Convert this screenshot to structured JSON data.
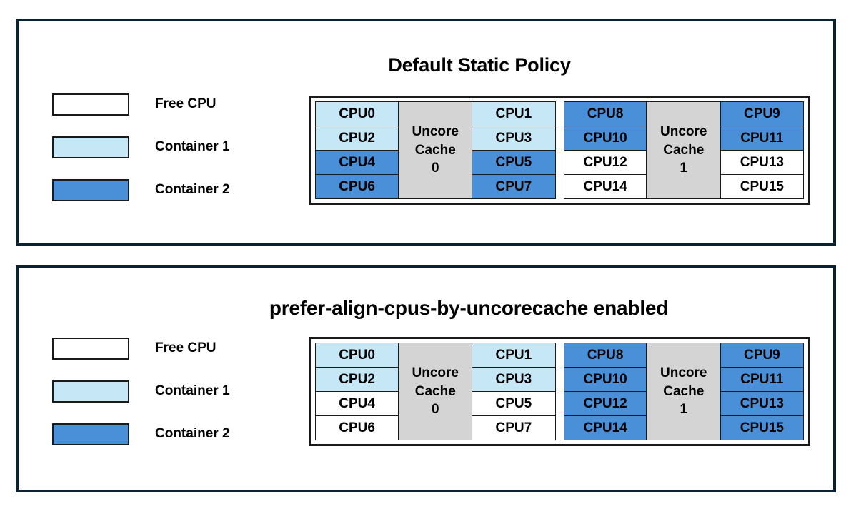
{
  "colors": {
    "panel_border": "#0d2230",
    "cell_border": "#1a1a1a",
    "free_cpu": "#ffffff",
    "container_1": "#c5e7f6",
    "container_2": "#4a90d9",
    "uncore_cache": "#d4d4d4"
  },
  "panels": [
    {
      "title": "Default Static Policy",
      "legend": [
        {
          "label": "Free CPU",
          "color": "#ffffff"
        },
        {
          "label": "Container 1",
          "color": "#c5e7f6"
        },
        {
          "label": "Container 2",
          "color": "#4a90d9"
        }
      ],
      "clusters": [
        {
          "uncore_line1": "Uncore",
          "uncore_line2": "Cache",
          "uncore_line3": "0",
          "left_column": [
            {
              "label": "CPU0",
              "fill": "container_1"
            },
            {
              "label": "CPU2",
              "fill": "container_1"
            },
            {
              "label": "CPU4",
              "fill": "container_2"
            },
            {
              "label": "CPU6",
              "fill": "container_2"
            }
          ],
          "right_column": [
            {
              "label": "CPU1",
              "fill": "container_1"
            },
            {
              "label": "CPU3",
              "fill": "container_1"
            },
            {
              "label": "CPU5",
              "fill": "container_2"
            },
            {
              "label": "CPU7",
              "fill": "container_2"
            }
          ]
        },
        {
          "uncore_line1": "Uncore",
          "uncore_line2": "Cache",
          "uncore_line3": "1",
          "left_column": [
            {
              "label": "CPU8",
              "fill": "container_2"
            },
            {
              "label": "CPU10",
              "fill": "container_2"
            },
            {
              "label": "CPU12",
              "fill": "free"
            },
            {
              "label": "CPU14",
              "fill": "free"
            }
          ],
          "right_column": [
            {
              "label": "CPU9",
              "fill": "container_2"
            },
            {
              "label": "CPU11",
              "fill": "container_2"
            },
            {
              "label": "CPU13",
              "fill": "free"
            },
            {
              "label": "CPU15",
              "fill": "free"
            }
          ]
        }
      ]
    },
    {
      "title": "prefer-align-cpus-by-uncorecache enabled",
      "legend": [
        {
          "label": "Free CPU",
          "color": "#ffffff"
        },
        {
          "label": "Container 1",
          "color": "#c5e7f6"
        },
        {
          "label": "Container 2",
          "color": "#4a90d9"
        }
      ],
      "clusters": [
        {
          "uncore_line1": "Uncore",
          "uncore_line2": "Cache",
          "uncore_line3": "0",
          "left_column": [
            {
              "label": "CPU0",
              "fill": "container_1"
            },
            {
              "label": "CPU2",
              "fill": "container_1"
            },
            {
              "label": "CPU4",
              "fill": "free"
            },
            {
              "label": "CPU6",
              "fill": "free"
            }
          ],
          "right_column": [
            {
              "label": "CPU1",
              "fill": "container_1"
            },
            {
              "label": "CPU3",
              "fill": "container_1"
            },
            {
              "label": "CPU5",
              "fill": "free"
            },
            {
              "label": "CPU7",
              "fill": "free"
            }
          ]
        },
        {
          "uncore_line1": "Uncore",
          "uncore_line2": "Cache",
          "uncore_line3": "1",
          "left_column": [
            {
              "label": "CPU8",
              "fill": "container_2"
            },
            {
              "label": "CPU10",
              "fill": "container_2"
            },
            {
              "label": "CPU12",
              "fill": "container_2"
            },
            {
              "label": "CPU14",
              "fill": "container_2"
            }
          ],
          "right_column": [
            {
              "label": "CPU9",
              "fill": "container_2"
            },
            {
              "label": "CPU11",
              "fill": "container_2"
            },
            {
              "label": "CPU13",
              "fill": "container_2"
            },
            {
              "label": "CPU15",
              "fill": "container_2"
            }
          ]
        }
      ]
    }
  ]
}
